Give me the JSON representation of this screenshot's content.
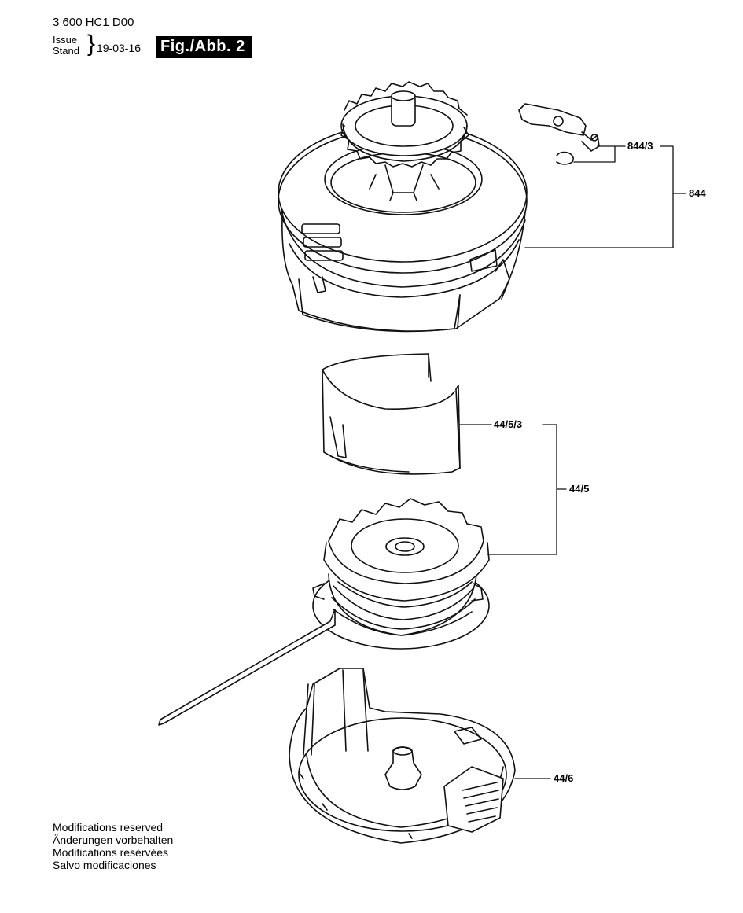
{
  "header": {
    "code": "3 600 HC1 D00",
    "issue": "Issue",
    "stand": "Stand",
    "date": "19-03-16",
    "figure": "Fig./Abb. 2"
  },
  "callouts": {
    "c844_3": "844/3",
    "c844": "844",
    "c44_5_3": "44/5/3",
    "c44_5": "44/5",
    "c44_6": "44/6"
  },
  "notes": [
    "Modifications reserved",
    "Änderungen vorbehalten",
    "Modifications resérvées",
    "Salvo modificaciones"
  ]
}
